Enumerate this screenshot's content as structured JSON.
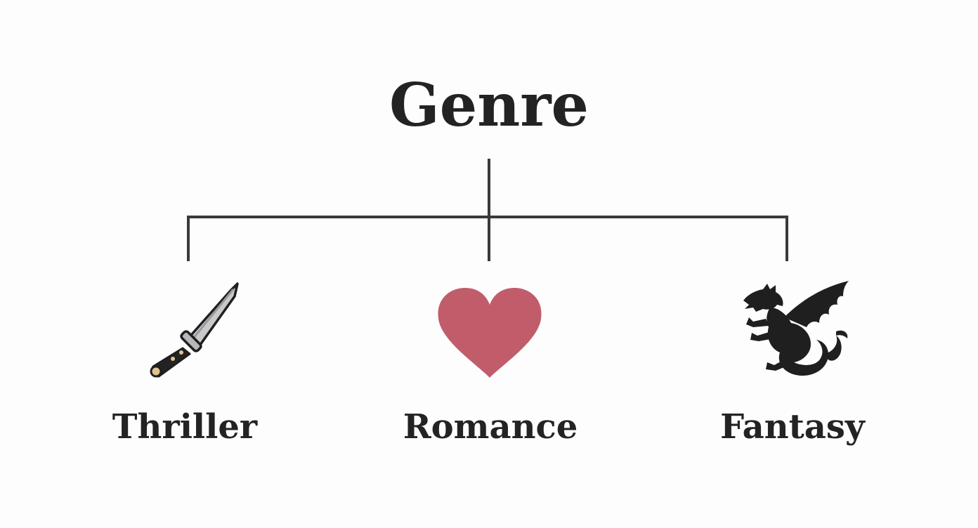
{
  "diagram": {
    "root": {
      "label": "Genre"
    },
    "children": [
      {
        "label": "Thriller",
        "icon": "knife-icon"
      },
      {
        "label": "Romance",
        "icon": "heart-icon",
        "icon_color": "#c15d6b"
      },
      {
        "label": "Fantasy",
        "icon": "dragon-icon"
      }
    ],
    "line_color": "#3a3a3a"
  }
}
